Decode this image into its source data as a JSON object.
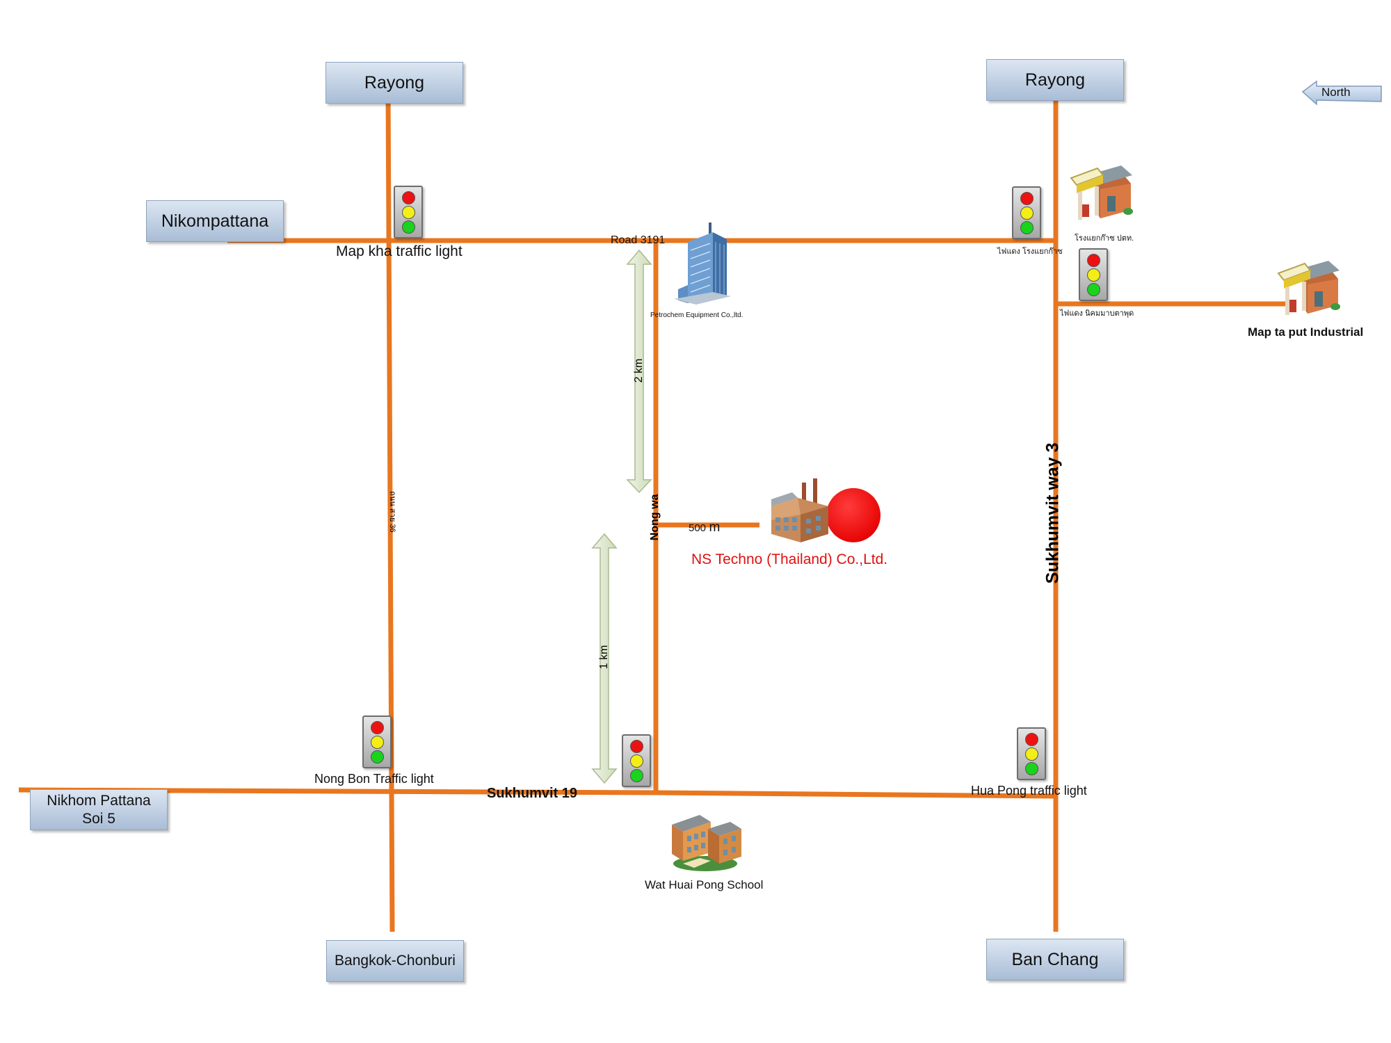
{
  "destinations": {
    "rayong_left": "Rayong",
    "rayong_right": "Rayong",
    "nikompattana": "Nikompattana",
    "nikhom_pattana_soi5_line1": "Nikhom Pattana",
    "nikhom_pattana_soi5_line2": "Soi 5",
    "bangkok_chonburi": "Bangkok-Chonburi",
    "ban_chang": "Ban Chang"
  },
  "north_arrow": {
    "label": "North"
  },
  "roads": {
    "road_3191": "Road 3191",
    "nong_wa": "Nong wa",
    "sukhumvit_19": "Sukhumvit 19",
    "sukhumvit_way_3": "Sukhumvit way 3",
    "left_vertical_road": "ถนน สาย 36"
  },
  "traffic_lights": {
    "map_kha": "Map kha traffic light",
    "top_right": "ไฟแดง โรงแยกก๊าซ",
    "east_branch": "ไฟแดง นิคมมาบตาพุด",
    "nong_bon": "Nong Bon Traffic light",
    "hua_pong": "Hua Pong traffic light"
  },
  "places": {
    "petrochem": "Petrochem Equipment Co.,ltd.",
    "gas_plant": "โรงแยกก๊าซ ปตท.",
    "map_ta_put": "Map ta put Industrial",
    "school": "Wat Huai Pong School",
    "ns_techno": "NS Techno (Thailand) Co.,Ltd."
  },
  "distances": {
    "upper": "2 km",
    "lower": "1 km",
    "spur_value": "500",
    "spur_unit": "m"
  },
  "colors": {
    "road": "#e9761f",
    "destination_box": "#b8c9df",
    "target_marker": "#ee1111",
    "company_label": "#e01010",
    "distance_arrow": "#e3ecd3"
  }
}
